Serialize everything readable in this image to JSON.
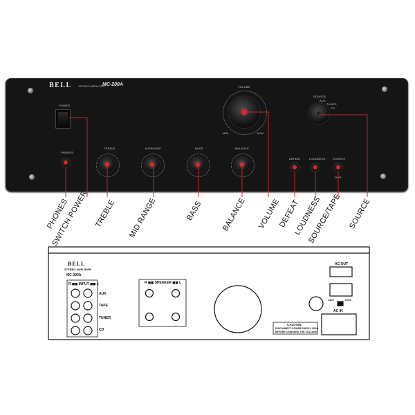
{
  "front_panel": {
    "brand": "BELL",
    "subtitle": "STEREO AMPLIFIER",
    "model": "MC-200A",
    "power_label": "POWER",
    "phones_label": "PHONES",
    "treble_label": "TREBLE",
    "midrange_label": "MIDRANGE",
    "bass_label": "BASS",
    "balance_label": "BALANCE",
    "volume_label": "VOLUME",
    "volume_min": "MIN",
    "volume_max": "MAX",
    "defeat_label": "DEFEAT",
    "loudness_label": "LOUDNESS",
    "source_label": "SOURCE",
    "tape_label": "TAPE",
    "source_options": [
      "SOURCE",
      "AUX",
      "TUNER",
      "CD"
    ]
  },
  "callouts": [
    "PHONES",
    "SWITCH POWER",
    "TREBLE",
    "MID RANGE",
    "BASS",
    "BALANCE",
    "VOLUME",
    "DEFEAT",
    "LOUDNESS",
    "SOURCE/TAPE",
    "SOURCE"
  ],
  "rear_panel": {
    "brand": "BELL",
    "subtitle": "STEREO AMPLIFIER",
    "model": "MC-200A",
    "input_header": "R ◼◼ INPUT ◼◼ L",
    "inputs": [
      "AUX",
      "TAPE",
      "TUNER",
      "CD"
    ],
    "speaker_header": "R ◼◼ SPEAKER ◼◼ L",
    "ac_out": "AC OUT",
    "ac_in": "AC IN",
    "voltage_left": "110V",
    "voltage_right": "220V",
    "caution_title": "CAUTION",
    "caution_line1": "DISCONNECT POWER SUPPLY LEAD",
    "caution_line2": "BEFORE CHANGING THE VOLTAGE"
  },
  "colors": {
    "panel": "#151515",
    "accent_red": "#d4262a",
    "callout_line": "#c0282c"
  }
}
